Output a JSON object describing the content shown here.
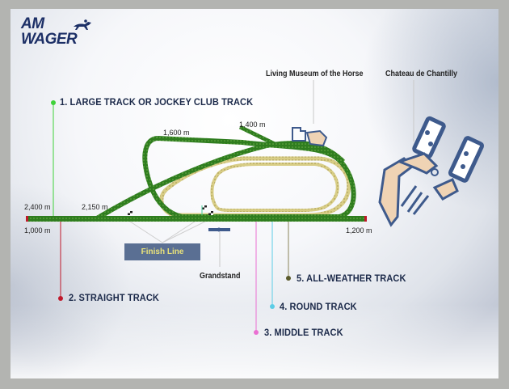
{
  "logo": {
    "line1": "AM",
    "line2": "WAGER"
  },
  "places": {
    "museum": "Living Museum of the Horse",
    "chateau": "Chateau de Chantilly",
    "grandstand": "Grandstand"
  },
  "finish_line": "Finish Line",
  "tracks": [
    {
      "number": 1,
      "label": "1. LARGE TRACK OR JOCKEY CLUB TRACK",
      "color": "#3fd23a"
    },
    {
      "number": 2,
      "label": "2. STRAIGHT TRACK",
      "color": "#c0192b"
    },
    {
      "number": 3,
      "label": "3. MIDDLE TRACK",
      "color": "#ea6fd2"
    },
    {
      "number": 4,
      "label": "4. ROUND TRACK",
      "color": "#5ccde6"
    },
    {
      "number": 5,
      "label": "5. ALL-WEATHER TRACK",
      "color": "#5a5a2c"
    }
  ],
  "distances": {
    "d2400": "2,400 m",
    "d2150": "2,150 m",
    "d1600": "1,600 m",
    "d1400": "1,400 m",
    "d1000": "1,000 m",
    "d1200": "1,200 m"
  },
  "colors": {
    "turf": "#2f7d1f",
    "sand": "#d9cf8a",
    "building": "#3e5a8c",
    "building_fill": "#efd3b4",
    "brand": "#1c2f66"
  }
}
